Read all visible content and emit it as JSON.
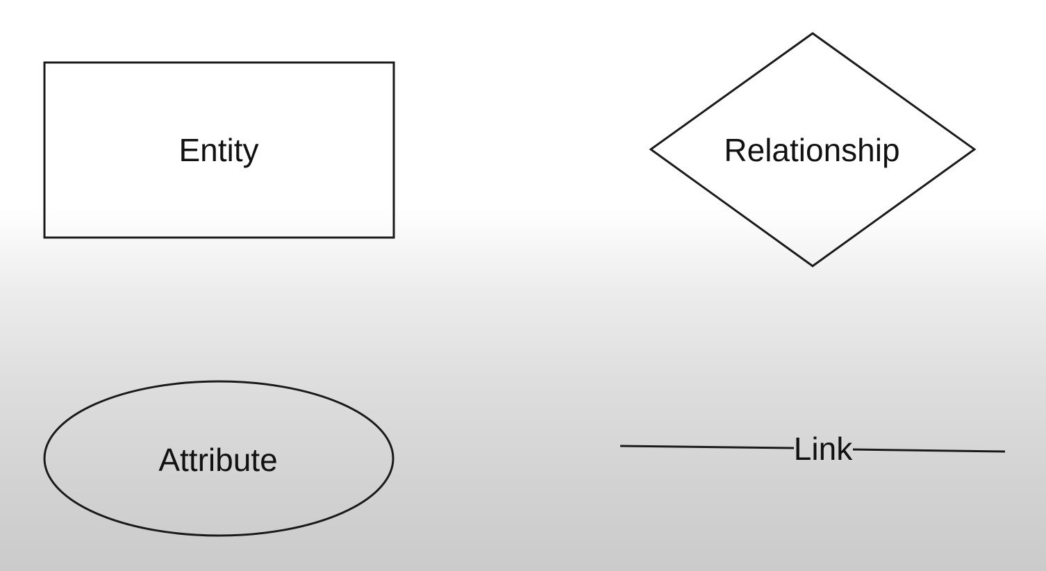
{
  "diagram": {
    "entity": {
      "label": "Entity"
    },
    "relationship": {
      "label": "Relationship"
    },
    "attribute": {
      "label": "Attribute"
    },
    "link": {
      "label": "Link"
    }
  },
  "colors": {
    "stroke": "#1a1a1a",
    "text": "#111111",
    "background_top": "#ffffff",
    "background_bottom": "#cbcbcb"
  }
}
